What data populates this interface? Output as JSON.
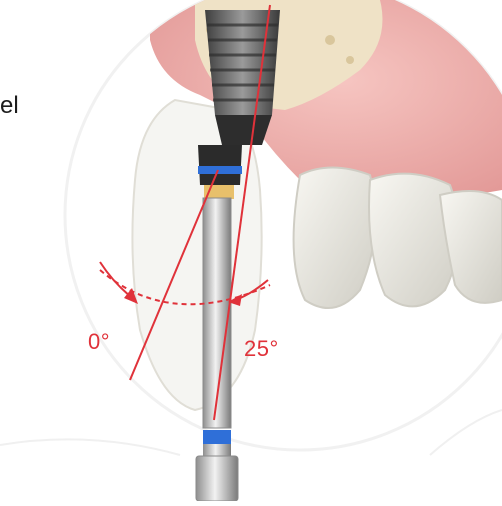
{
  "labels": {
    "left_edge_fragment": "el",
    "angle_zero": "0°",
    "angle_twentyfive": "25°"
  },
  "colors": {
    "accent_red": "#e0323a",
    "gum_pink": "#e9a5a3",
    "bone": "#efe2c6",
    "implant_grey": "#6c6c6c",
    "driver_blue": "#2f6fd8",
    "tooth_white": "#ecebe4"
  },
  "icons": {
    "implant": "screw-implant-illustration",
    "driver": "screwdriver-shaft-illustration",
    "rotation_arrows": "curved-arrow-icons"
  }
}
